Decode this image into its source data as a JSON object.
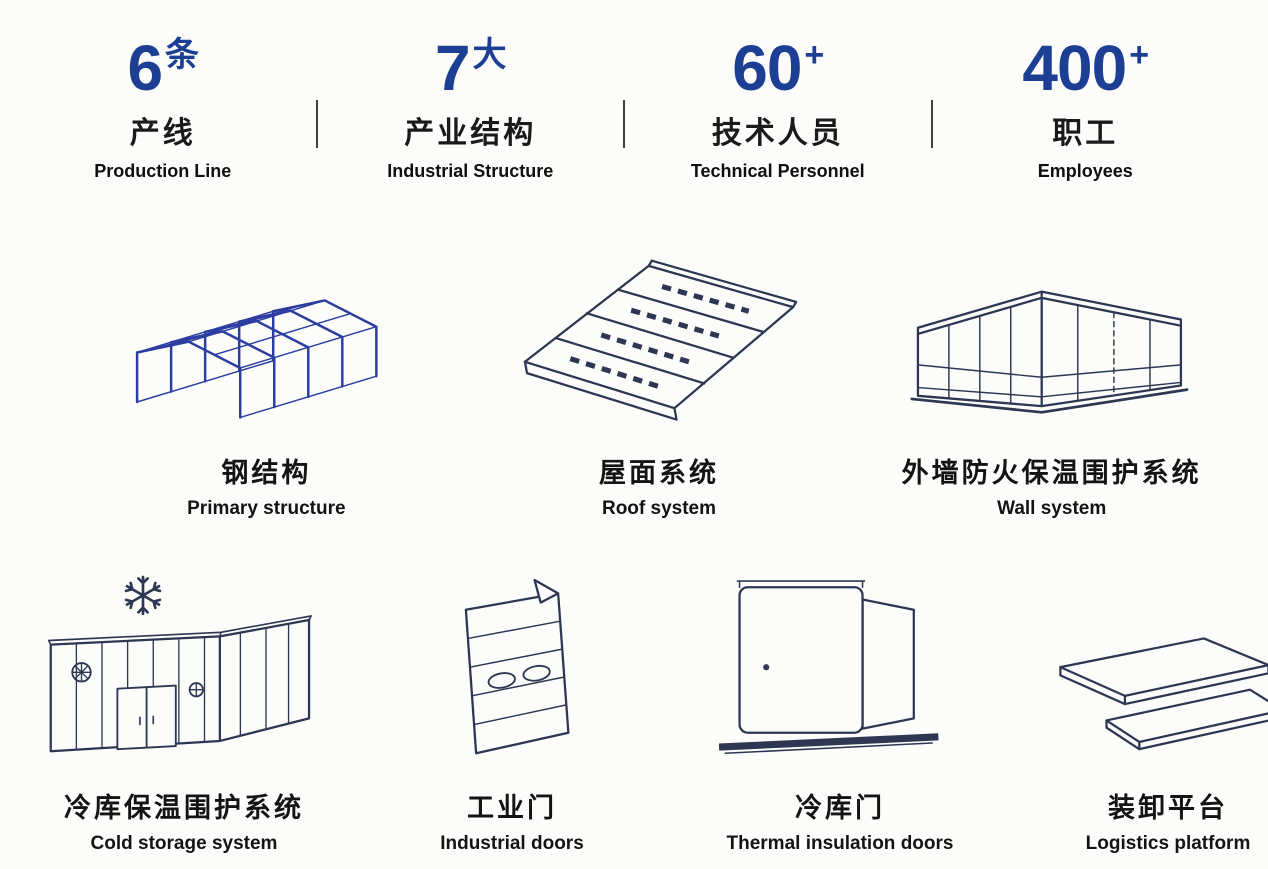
{
  "stats": [
    {
      "number": "6",
      "suffix": "条",
      "zh": "产线",
      "en": "Production Line"
    },
    {
      "number": "7",
      "suffix": "大",
      "zh": "产业结构",
      "en": "Industrial Structure"
    },
    {
      "number": "60",
      "suffix": "+",
      "zh": "技术人员",
      "en": "Technical Personnel"
    },
    {
      "number": "400",
      "suffix": "+",
      "zh": "职工",
      "en": "Employees"
    }
  ],
  "products": [
    {
      "zh": "钢结构",
      "en": "Primary structure",
      "icon": "steel-structure-icon"
    },
    {
      "zh": "屋面系统",
      "en": "Roof system",
      "icon": "roof-system-icon"
    },
    {
      "zh": "外墙防火保温围护系统",
      "en": "Wall system",
      "icon": "wall-system-icon"
    },
    {
      "zh": "冷库保温围护系统",
      "en": "Cold storage system",
      "icon": "cold-storage-icon"
    },
    {
      "zh": "工业门",
      "en": "Industrial doors",
      "icon": "industrial-door-icon"
    },
    {
      "zh": "冷库门",
      "en": "Thermal insulation doors",
      "icon": "cold-storage-door-icon"
    },
    {
      "zh": "装卸平台",
      "en": "Logistics platform",
      "icon": "loading-platform-icon"
    }
  ],
  "colors": {
    "stat_number_blue": "#1c3f94",
    "illustration_ink": "#2d3752",
    "steel_frame_blue": "#2c3da0",
    "background": "#fcfcfb"
  }
}
